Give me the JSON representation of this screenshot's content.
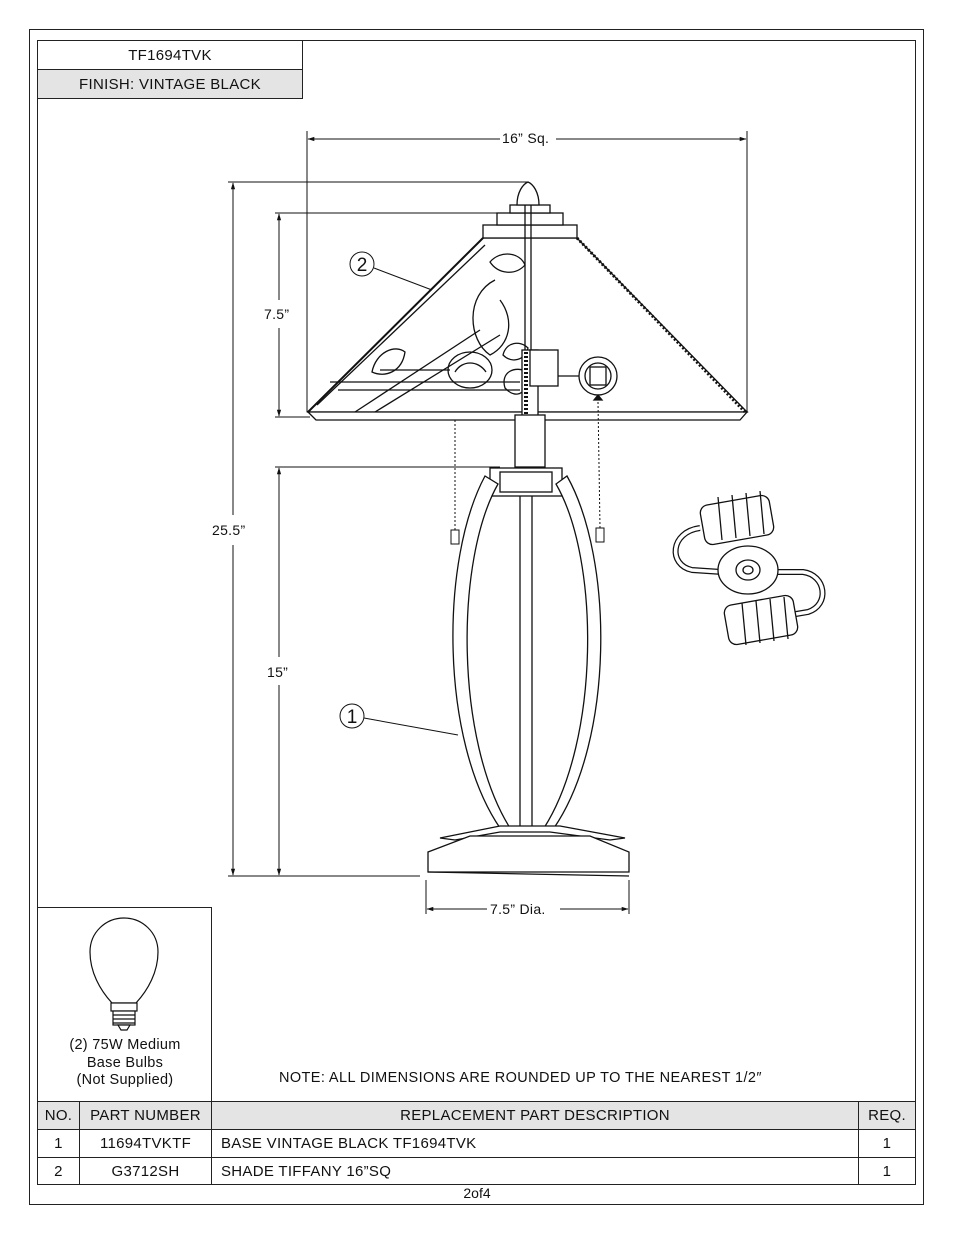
{
  "header": {
    "model": "TF1694TVK",
    "finish": "FINISH: VINTAGE BLACK"
  },
  "dimensions": {
    "shade_width": "16” Sq.",
    "shade_height": "7.5”",
    "overall_height": "25.5”",
    "base_height": "15”",
    "base_diameter": "7.5” Dia."
  },
  "callouts": [
    "1",
    "2"
  ],
  "bulb": {
    "line1": "(2) 75W Medium",
    "line2": "Base Bulbs",
    "line3": "(Not Supplied)"
  },
  "note": "NOTE:  ALL DIMENSIONS ARE ROUNDED UP TO THE NEAREST  1/2″",
  "parts_table": {
    "headers": [
      "NO.",
      "PART NUMBER",
      "REPLACEMENT PART DESCRIPTION",
      "REQ."
    ],
    "rows": [
      [
        "1",
        "11694TVKTF",
        "BASE VINTAGE BLACK TF1694TVK",
        "1"
      ],
      [
        "2",
        "G3712SH",
        "SHADE TIFFANY 16”SQ",
        "1"
      ]
    ]
  },
  "page": "2of4"
}
